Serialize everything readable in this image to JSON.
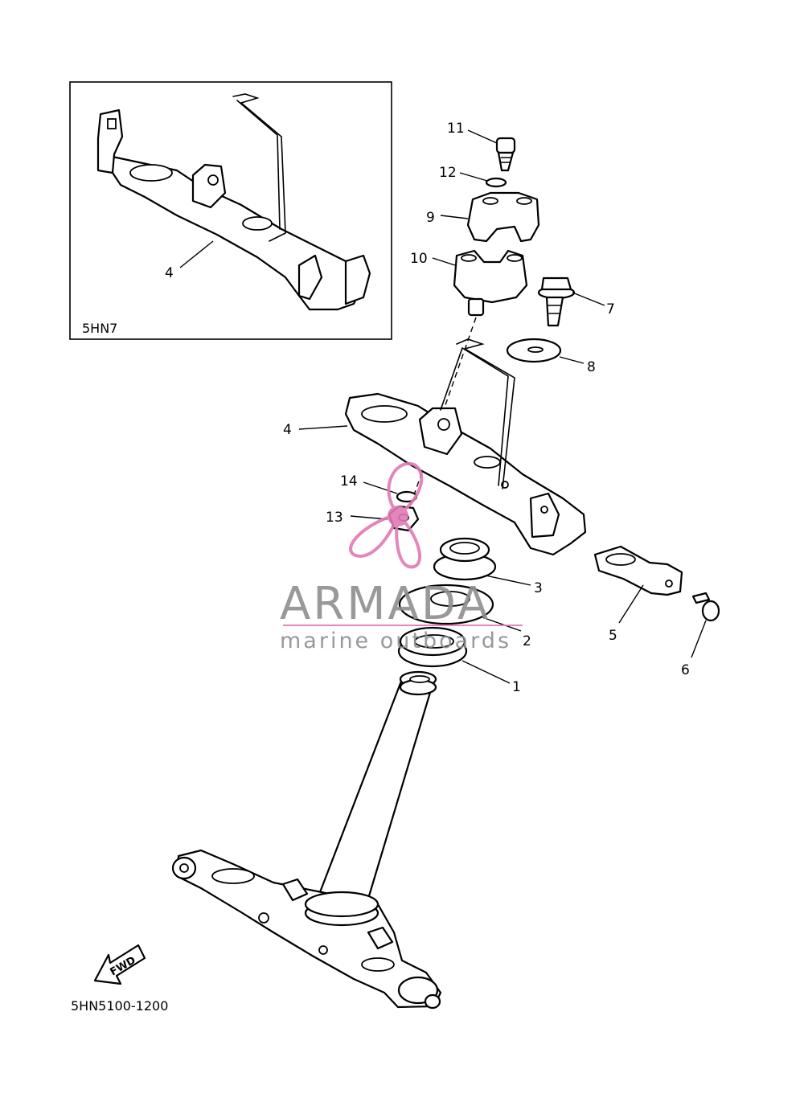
{
  "diagram": {
    "inset_code": "5HN7",
    "diagram_code": "5HN5100-1200",
    "fwd_label": "FWD",
    "callouts": {
      "c1": "1",
      "c2": "2",
      "c3": "3",
      "c4": "4",
      "c5": "5",
      "c6": "6",
      "c7": "7",
      "c8": "8",
      "c9": "9",
      "c10": "10",
      "c11": "11",
      "c12": "12",
      "c13": "13",
      "c14": "14",
      "c4_inset": "4"
    }
  },
  "watermark": {
    "brand": "ARMADA",
    "tagline": "marine outboards",
    "color": "#8f8f8f",
    "accent": "#e07ab4",
    "icon": "propeller-icon"
  }
}
